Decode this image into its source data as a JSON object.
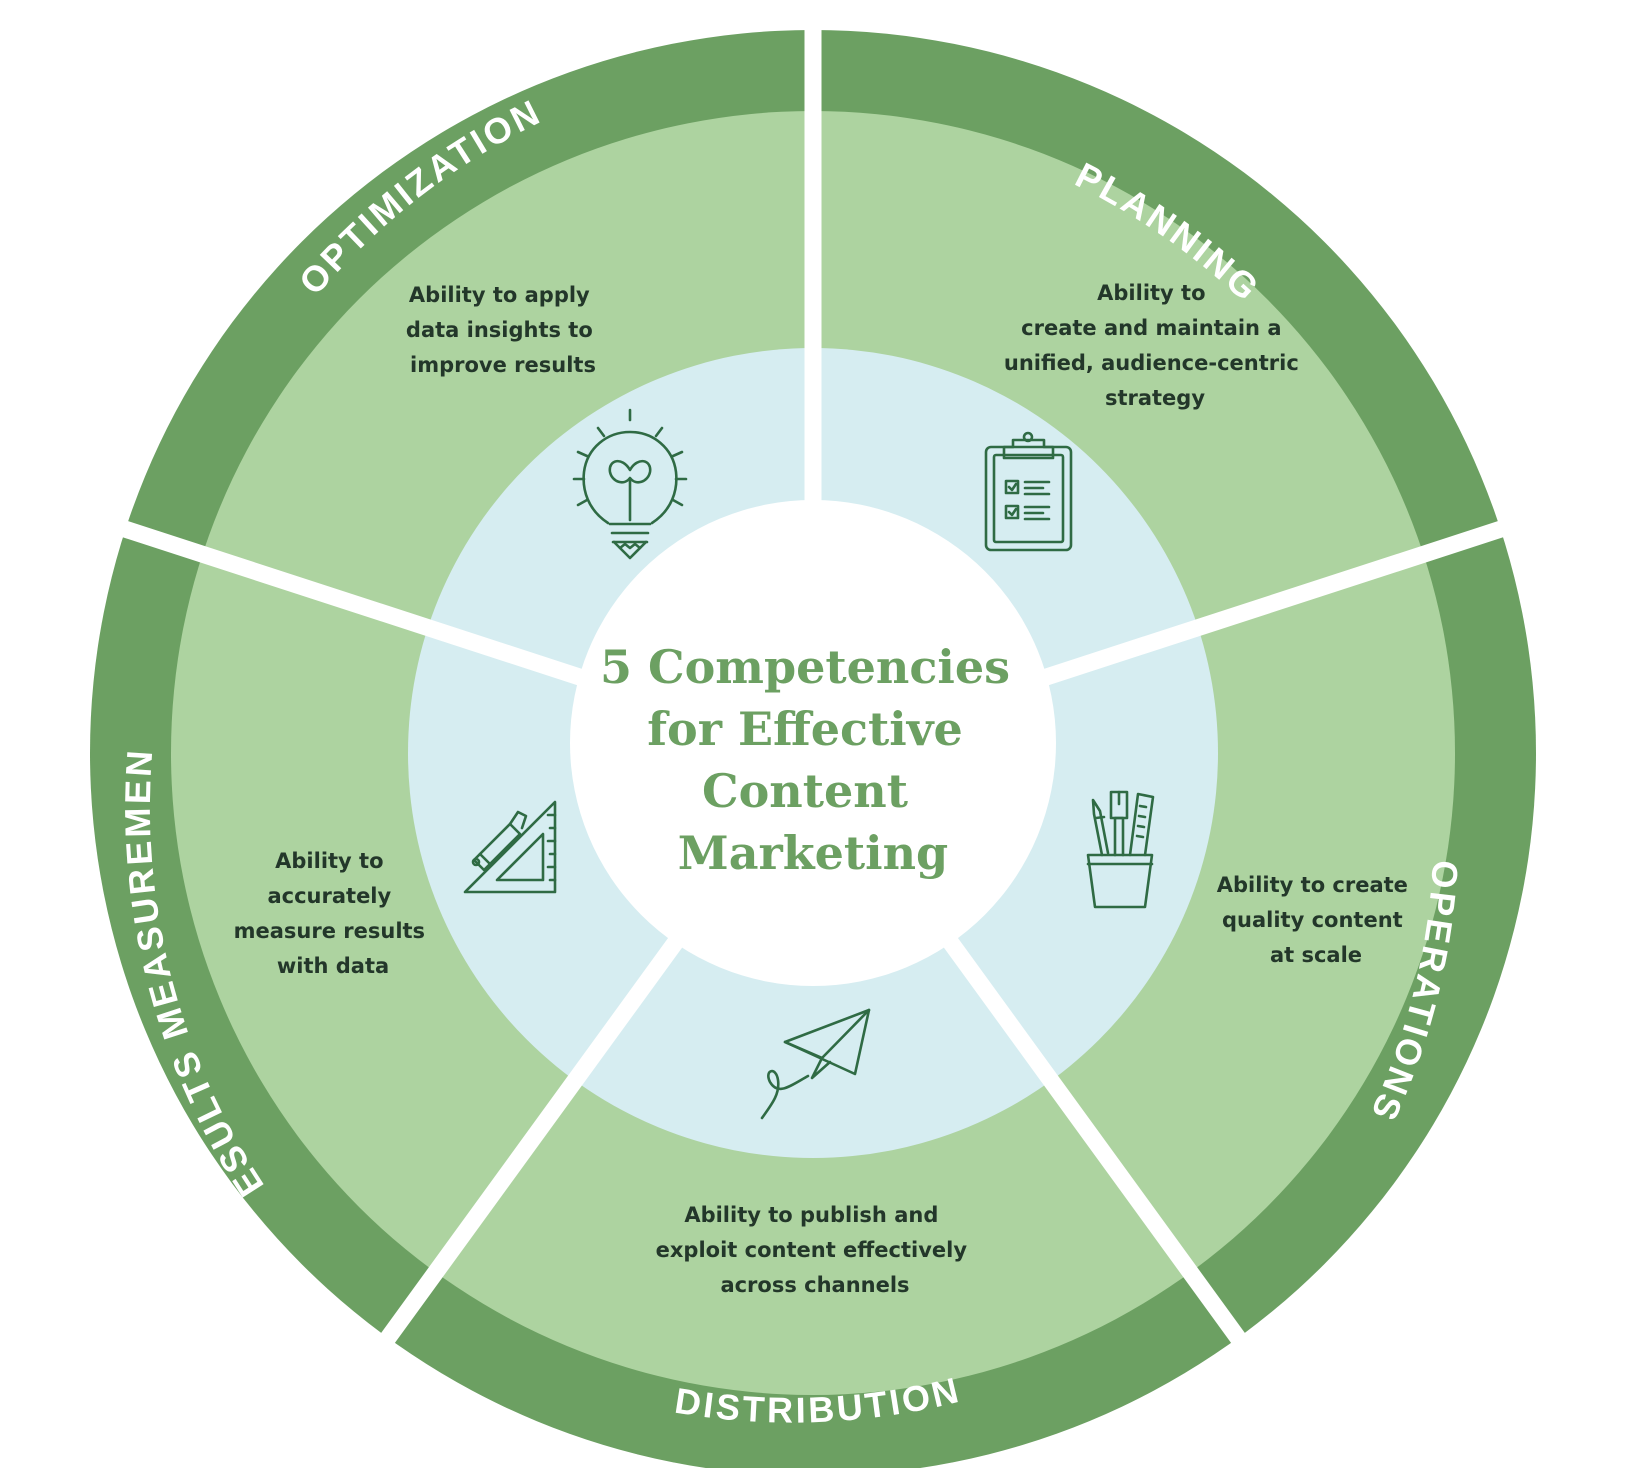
{
  "title_lines": [
    "5 Competencies",
    "for Effective",
    "Content",
    "Marketing"
  ],
  "colors": {
    "outer_ring": "#6ca062",
    "middle_ring": "#add3a0",
    "inner_ring": "#d6edf1",
    "center": "#ffffff",
    "title": "#6ca062",
    "label": "#ffffff",
    "text": "#23372a",
    "icon": "#2f6b44"
  },
  "segments": [
    {
      "id": "planning",
      "label": "PLANNING",
      "icon": "clipboard-checklist-icon",
      "description": [
        "Ability to",
        "create and maintain a",
        "unified, audience-centric",
        "strategy"
      ]
    },
    {
      "id": "operations",
      "label": "OPERATIONS",
      "icon": "pencil-cup-icon",
      "description": [
        "Ability to create",
        "quality content",
        "at scale"
      ]
    },
    {
      "id": "distribution",
      "label": "DISTRIBUTION",
      "icon": "paper-plane-icon",
      "description": [
        "Ability to publish and",
        "exploit content effectively",
        "across channels"
      ]
    },
    {
      "id": "results-measurement",
      "label": "RESULTS MEASUREMENT",
      "icon": "ruler-triangle-icon",
      "description": [
        "Ability to",
        "accurately",
        "measure results",
        "with data"
      ]
    },
    {
      "id": "optimization",
      "label": "OPTIMIZATION",
      "icon": "lightbulb-icon",
      "description": [
        "Ability to apply",
        "data insights to",
        "improve results"
      ]
    }
  ]
}
